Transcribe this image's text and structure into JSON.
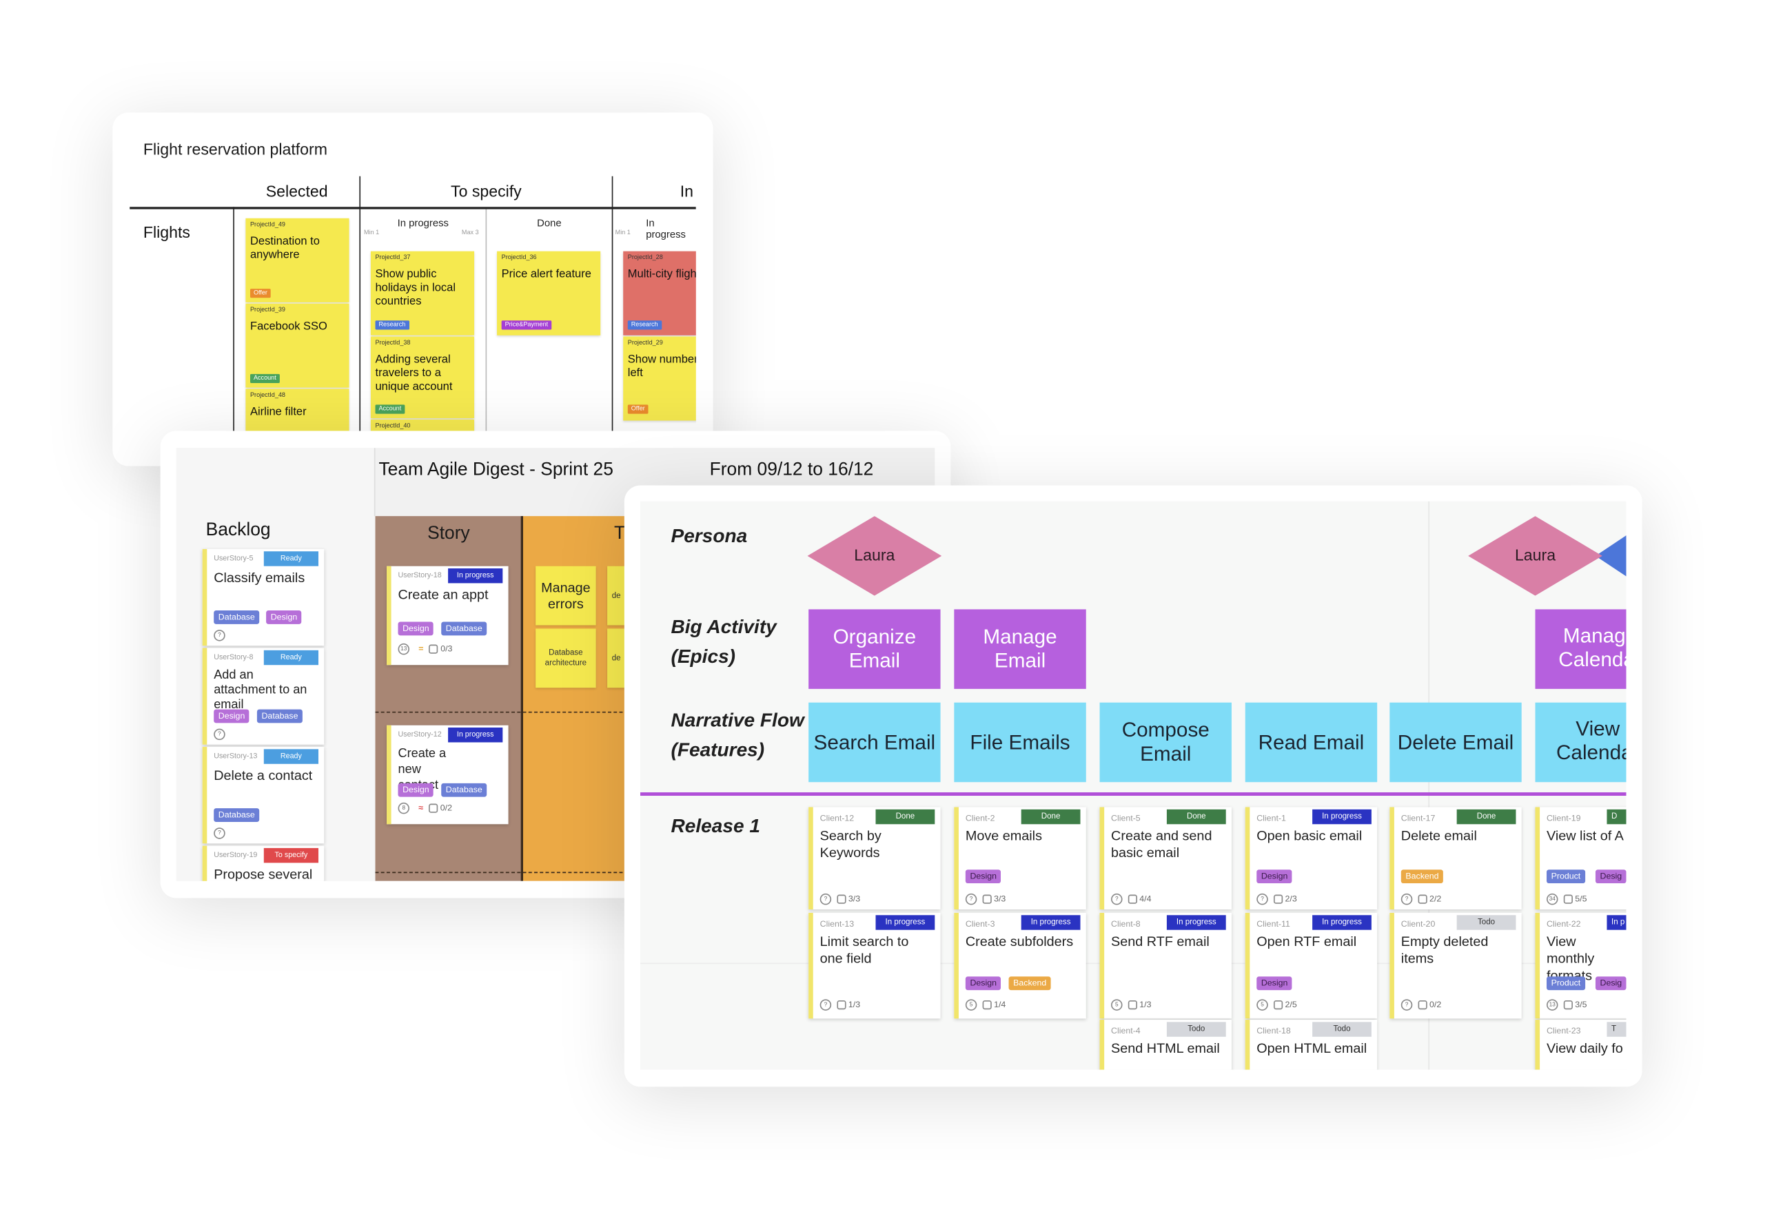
{
  "panel1": {
    "title": "Flight reservation platform",
    "columns": [
      {
        "label": "Selected"
      },
      {
        "label": "To specify"
      },
      {
        "label": "In"
      }
    ],
    "subcolumns": [
      {
        "label": "In progress"
      },
      {
        "label": "Done"
      },
      {
        "label": "In progress"
      }
    ],
    "wip": [
      "Min 1",
      "Max 3",
      "Min 1"
    ],
    "row_label": "Flights",
    "cards": [
      {
        "id": "ProjectId_49",
        "title": "Destination to anywhere",
        "tag": "Offer"
      },
      {
        "id": "ProjectId_39",
        "title": "Facebook SSO",
        "tag": "Account"
      },
      {
        "id": "ProjectId_48",
        "title": "Airline filter",
        "tag": ""
      },
      {
        "id": "ProjectId_37",
        "title": "Show public holidays in local countries",
        "tag": "Research"
      },
      {
        "id": "ProjectId_38",
        "title": "Adding several travelers to a unique account",
        "tag": "Account"
      },
      {
        "id": "ProjectId_40",
        "title": "",
        "tag": ""
      },
      {
        "id": "ProjectId_36",
        "title": "Price alert feature",
        "tag": "Price&Payment"
      },
      {
        "id": "ProjectId_28",
        "title": "Multi-city flight",
        "tag": "Research"
      },
      {
        "id": "ProjectId_29",
        "title": "Show number of tickets left",
        "tag": "Offer"
      }
    ]
  },
  "panel2": {
    "title": "Team Agile Digest - Sprint 25",
    "date_range": "From 09/12 to 16/12",
    "backlog_label": "Backlog",
    "story_label": "Story",
    "task_label": "T",
    "backlog": [
      {
        "id": "UserStory-5",
        "status": "Ready",
        "title": "Classify emails",
        "tags": [
          "Database",
          "Design"
        ],
        "points": "?"
      },
      {
        "id": "UserStory-8",
        "status": "Ready",
        "title": "Add an attachment to an email",
        "tags": [
          "Design",
          "Database"
        ],
        "points": "?"
      },
      {
        "id": "UserStory-13",
        "status": "Ready",
        "title": "Delete a contact",
        "tags": [
          "Database"
        ],
        "points": "?"
      },
      {
        "id": "UserStory-19",
        "status": "To specify",
        "title": "Propose several",
        "tags": [],
        "points": ""
      }
    ],
    "stories": [
      {
        "id": "UserStory-18",
        "status": "In progress",
        "title": "Create an appt",
        "tags": [
          "Design",
          "Database"
        ],
        "points": "13",
        "tasks": "0/3"
      },
      {
        "id": "UserStory-12",
        "status": "In progress",
        "title": "Create a new contact",
        "tags": [
          "Design",
          "Database"
        ],
        "points": "8",
        "tasks": "0/2"
      }
    ],
    "tasks": [
      {
        "title": "Manage errors"
      },
      {
        "title": "de"
      },
      {
        "title": "Database architecture"
      },
      {
        "title": "de"
      }
    ]
  },
  "panel3": {
    "row_labels": {
      "persona": "Persona",
      "epics": "Big Activity (Epics)",
      "features": "Narrative Flow (Features)",
      "release": "Release 1"
    },
    "personas": [
      "Laura",
      "Laura"
    ],
    "epics": [
      "Organize Email",
      "Manage Email",
      "Manage Calendar"
    ],
    "features": [
      "Search Email",
      "File Emails",
      "Compose Email",
      "Read Email",
      "Delete Email",
      "View Calendar"
    ],
    "cards": [
      {
        "id": "Client-12",
        "status": "Done",
        "title": "Search by Keywords",
        "tags": [],
        "points": "?",
        "tasks": "3/3"
      },
      {
        "id": "Client-13",
        "status": "In progress",
        "title": "Limit search to one field",
        "tags": [],
        "points": "?",
        "tasks": "1/3"
      },
      {
        "id": "Client-2",
        "status": "Done",
        "title": "Move emails",
        "tags": [
          "Design"
        ],
        "points": "?",
        "tasks": "3/3"
      },
      {
        "id": "Client-3",
        "status": "In progress",
        "title": "Create subfolders",
        "tags": [
          "Design",
          "Backend"
        ],
        "points": "5",
        "tasks": "1/4"
      },
      {
        "id": "Client-5",
        "status": "Done",
        "title": "Create and send basic email",
        "tags": [],
        "points": "?",
        "tasks": "4/4"
      },
      {
        "id": "Client-8",
        "status": "In progress",
        "title": "Send RTF email",
        "tags": [],
        "points": "5",
        "tasks": "1/3"
      },
      {
        "id": "Client-4",
        "status": "Todo",
        "title": "Send HTML email",
        "tags": [],
        "points": "",
        "tasks": ""
      },
      {
        "id": "Client-1",
        "status": "In progress",
        "title": "Open basic email",
        "tags": [
          "Design"
        ],
        "points": "?",
        "tasks": "2/3"
      },
      {
        "id": "Client-11",
        "status": "In progress",
        "title": "Open RTF email",
        "tags": [
          "Design"
        ],
        "points": "5",
        "tasks": "2/5"
      },
      {
        "id": "Client-18",
        "status": "Todo",
        "title": "Open HTML email",
        "tags": [],
        "points": "",
        "tasks": ""
      },
      {
        "id": "Client-17",
        "status": "Done",
        "title": "Delete email",
        "tags": [
          "Backend"
        ],
        "points": "?",
        "tasks": "2/2"
      },
      {
        "id": "Client-20",
        "status": "Todo",
        "title": "Empty deleted items",
        "tags": [],
        "points": "?",
        "tasks": "0/2"
      },
      {
        "id": "Client-19",
        "status": "D",
        "title": "View list of A",
        "tags": [
          "Product",
          "Desig"
        ],
        "points": "34",
        "tasks": "5/5"
      },
      {
        "id": "Client-22",
        "status": "In p",
        "title": "View monthly formats",
        "tags": [
          "Product",
          "Desig"
        ],
        "points": "13",
        "tasks": "3/5"
      },
      {
        "id": "Client-23",
        "status": "T",
        "title": "View daily fo",
        "tags": [],
        "points": "",
        "tasks": ""
      }
    ]
  },
  "colors": {
    "sticky_yellow": "#f5e94f",
    "sticky_red": "#df7068",
    "story_col": "#a88674",
    "task_col": "#eba945",
    "epic_purple": "#b660de",
    "feature_cyan": "#7fdcf7",
    "persona_pink": "#d97fa6",
    "release_line": "#b04fd8",
    "status_done": "#3e7d47",
    "status_in_progress": "#2a33c2",
    "status_todo": "#d5d7dc",
    "status_ready": "#4c9ee0",
    "status_to_specify": "#e0494b",
    "tag_design": "#b66fd8",
    "tag_database": "#6b7fd6",
    "tag_backend": "#eba945",
    "tag_product": "#6b7fd6"
  }
}
